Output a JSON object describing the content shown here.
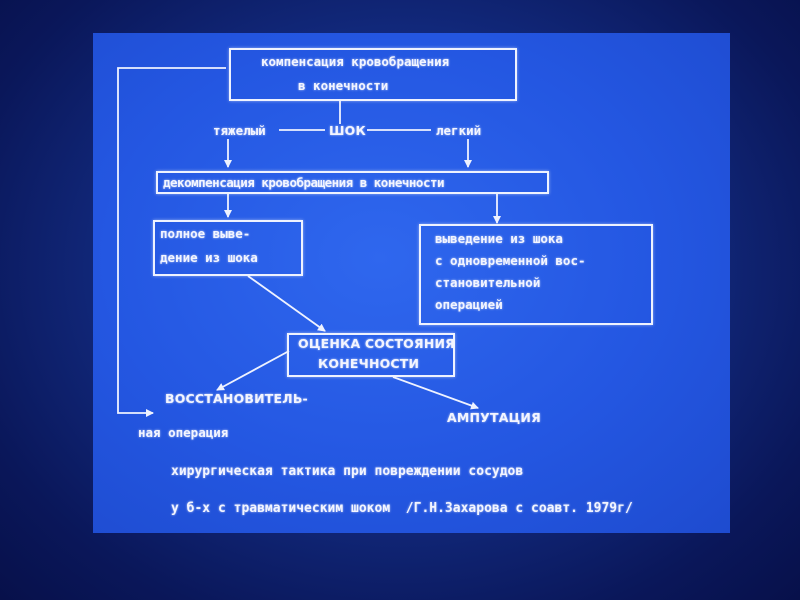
{
  "nodes": {
    "compensation": {
      "line1": "компенсация кровобращения",
      "line2": "в конечности"
    },
    "shock": "ШОК",
    "heavy": "тяжелый",
    "light": "легкий",
    "decompensation": "декомпенсация кровобращения в конечности",
    "full_withdrawal": {
      "line1": "полное выве-",
      "line2": "дение из шока"
    },
    "simultaneous": {
      "line1": "выведение из шока",
      "line2": "с одновременной вос-",
      "line3": "становительной",
      "line4": "операцией"
    },
    "assessment": {
      "line1": "ОЦЕНКА СОСТОЯНИЯ",
      "line2": "КОНЕЧНОСТИ"
    },
    "restorative": {
      "line1": "ВОССТАНОВИТЕЛЬ-",
      "line2": "ная операция"
    },
    "amputation": "АМПУТАЦИЯ"
  },
  "caption": {
    "line1": "хирургическая тактика при повреждении сосудов",
    "line2": "у б-х с травматическим шоком  /Г.Н.Захарова с соавт. 1979г/"
  },
  "colors": {
    "background": "#132c82",
    "slide": "#2457e2",
    "foreground": "#f3f5ff"
  }
}
